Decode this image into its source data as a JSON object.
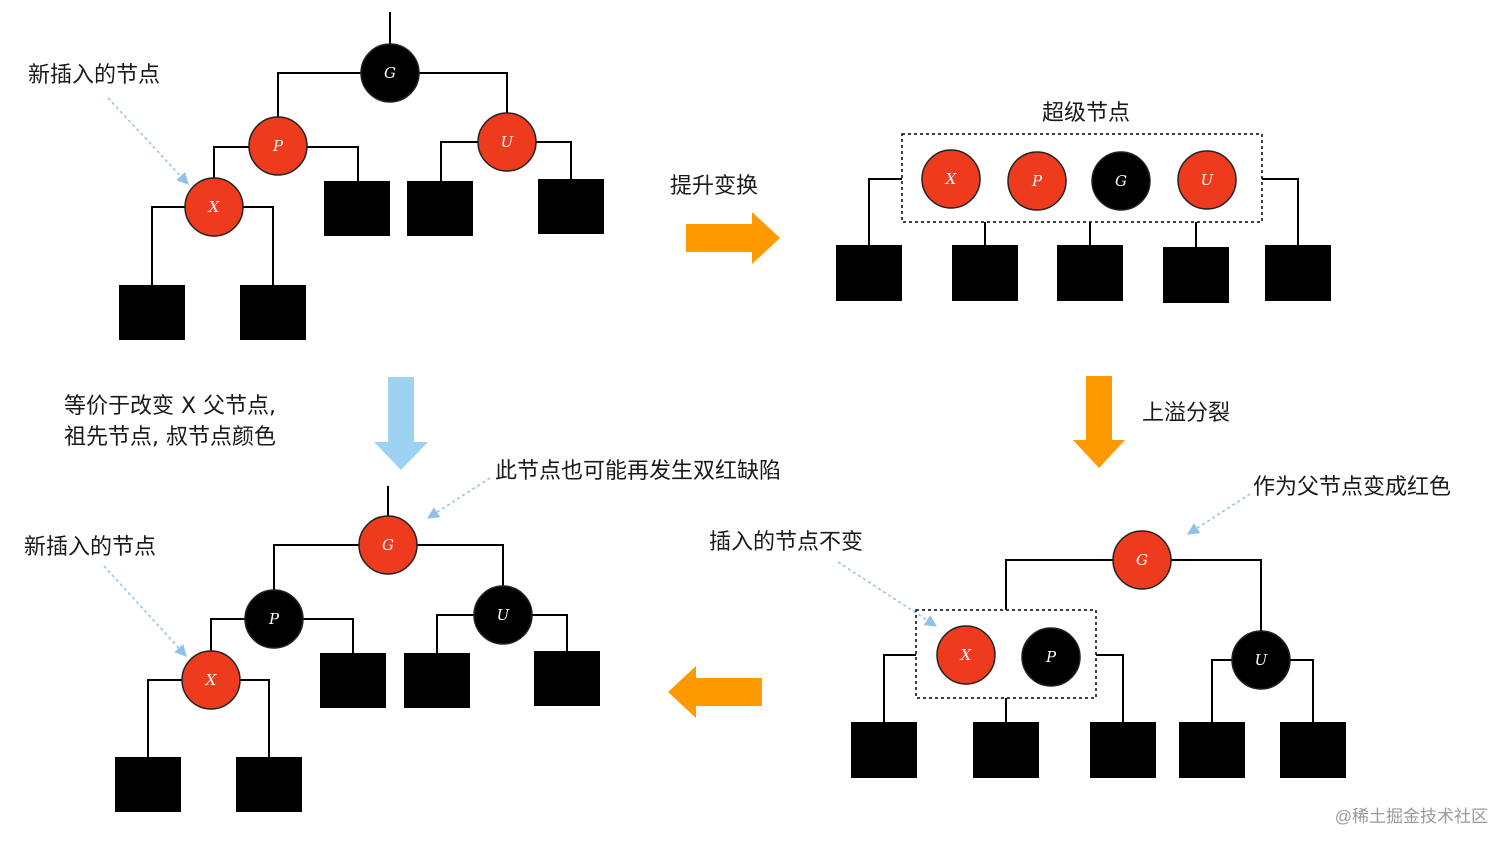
{
  "colors": {
    "red_node": "#EE3B1E",
    "black_node": "#000000",
    "leaf": "#000000",
    "arrow_orange": "#FF9900",
    "arrow_blue": "#9DD3F0",
    "pointer_line": "#8EC2E8"
  },
  "panels": {
    "top_left": {
      "annotation": "新插入的节点",
      "nodes": {
        "g": "G",
        "p": "P",
        "u": "U",
        "x": "X"
      }
    },
    "top_right": {
      "title": "超级节点",
      "nodes": {
        "x": "X",
        "p": "P",
        "g": "G",
        "u": "U"
      }
    },
    "bottom_right": {
      "annotation_parent": "作为父节点变成红色",
      "annotation_inserted": "插入的节点不变",
      "nodes": {
        "g": "G",
        "x": "X",
        "p": "P",
        "u": "U"
      }
    },
    "bottom_left": {
      "annotation_inserted": "新插入的节点",
      "annotation_root": "此节点也可能再发生双红缺陷",
      "nodes": {
        "g": "G",
        "p": "P",
        "u": "U",
        "x": "X"
      }
    }
  },
  "arrows": {
    "right_label": "提升变换",
    "down_right_label": "上溢分裂",
    "down_left_label_line1": "等价于改变 X 父节点,",
    "down_left_label_line2": "祖先节点, 叔节点颜色"
  },
  "watermark": "@稀土掘金技术社区"
}
